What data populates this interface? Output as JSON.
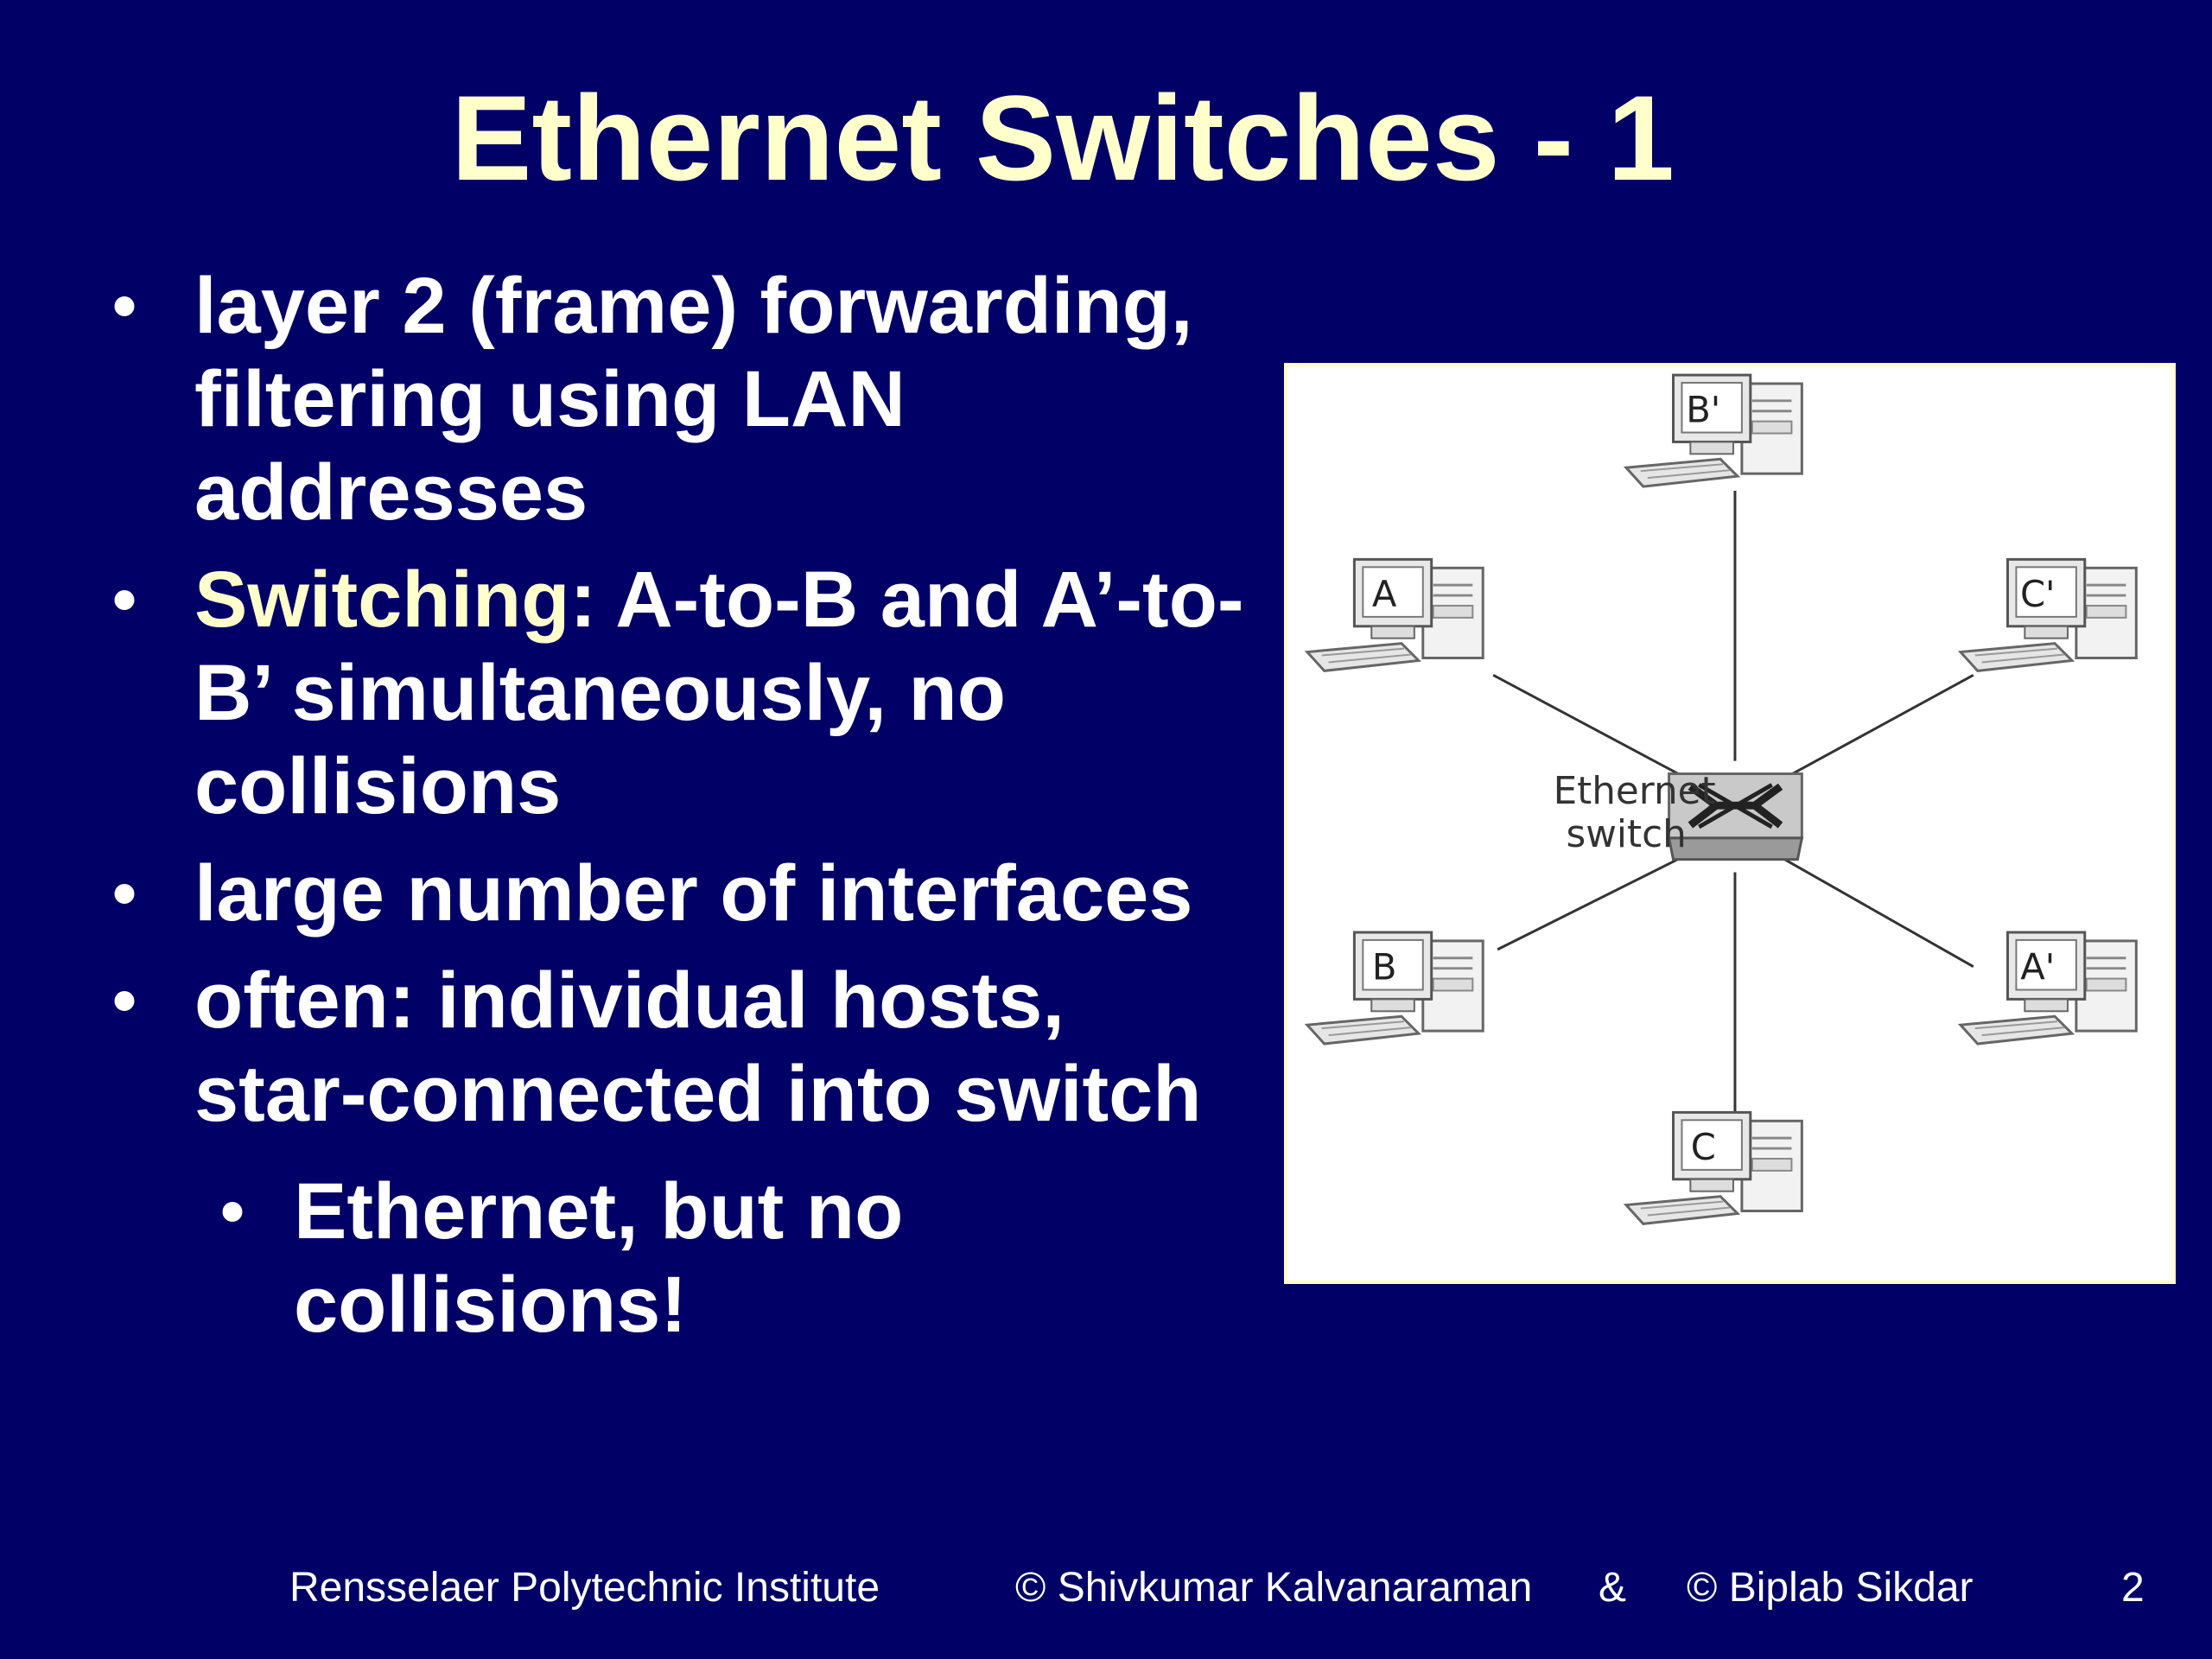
{
  "slide": {
    "title": "Ethernet Switches - 1",
    "bullets": [
      {
        "text": "layer 2 (frame) forwarding, filtering using LAN addresses"
      },
      {
        "highlight": "Switching",
        "rest": ": A-to-B and A’-to-B’ simultaneously, no collisions"
      },
      {
        "text": "large number of interfaces"
      },
      {
        "text": "often: individual hosts, star-connected into switch"
      },
      {
        "text": "Ethernet, but no collisions!"
      }
    ],
    "bullet_glyph": "•"
  },
  "diagram": {
    "switch_label_line1": "Ethernet",
    "switch_label_line2": "switch",
    "hosts": {
      "b_prime": "B'",
      "a": "A",
      "c_prime": "C'",
      "b": "B",
      "a_prime": "A'",
      "c": "C"
    }
  },
  "footer": {
    "institute": "Rensselaer Polytechnic Institute",
    "author1": "© Shivkumar Kalvanaraman",
    "ampersand": "&",
    "author2": "© Biplab Sikdar",
    "page": "2"
  }
}
